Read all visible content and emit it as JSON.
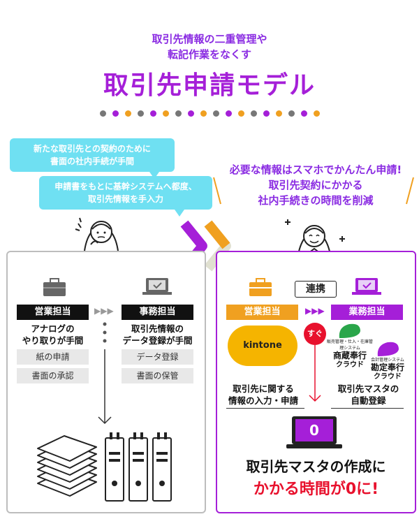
{
  "header": {
    "subtitle_line1": "取引先情報の二重管理や",
    "subtitle_line2": "転記作業をなくす",
    "title": "取引先申請モデル",
    "dot_colors": [
      "#777777",
      "#a51fd8",
      "#f0a020",
      "#777777",
      "#a51fd8",
      "#f0a020",
      "#777777",
      "#a51fd8",
      "#f0a020",
      "#777777",
      "#a51fd8",
      "#f0a020",
      "#777777",
      "#a51fd8",
      "#f0a020",
      "#777777",
      "#a51fd8",
      "#f0a020"
    ]
  },
  "left_bubbles": {
    "bubble1_line1": "新たな取引先との契約のために",
    "bubble1_line2": "書面の社内手続が手間",
    "bubble2_line1": "申請書をもとに基幹システムへ都度、",
    "bubble2_line2": "取引先情報を手入力"
  },
  "right_headline": {
    "line1": "必要な情報はスマホでかんたん申請!",
    "line2": "取引先契約にかかる",
    "line3": "社内手続きの時間を削減"
  },
  "left_panel": {
    "sales_role": "営業担当",
    "office_role": "事務担当",
    "sales_desc_line1": "アナログの",
    "sales_desc_line2": "やり取りが手間",
    "office_desc_line1": "取引先情報の",
    "office_desc_line2": "データ登録が手間",
    "sales_items": [
      "紙の申請",
      "書面の承認"
    ],
    "office_items": [
      "データ登録",
      "書面の保管"
    ]
  },
  "right_panel": {
    "link_label": "連携",
    "sales_role": "営業担当",
    "office_role": "業務担当",
    "kintone_label": "kintone",
    "badge_label": "すぐ",
    "logo1_note": "販売管理・仕入・在庫管理システム",
    "logo1_line1": "商蔵奉行",
    "logo1_line2": "クラウド",
    "logo2_note": "会計管理システム",
    "logo2_line1": "勘定奉行",
    "logo2_line2": "クラウド",
    "left_desc_line1": "取引先に関する",
    "left_desc_line2": "情報の入力・申請",
    "right_desc_line1": "取引先マスタの",
    "right_desc_line2": "自動登録",
    "screen_value": "0",
    "result_line1": "取引先マスタの作成に",
    "result_line2": "かかる時間が0に!"
  },
  "colors": {
    "purple": "#a51fd8",
    "orange": "#f0a020",
    "cyan": "#6fe0f2",
    "red": "#e8112d"
  }
}
